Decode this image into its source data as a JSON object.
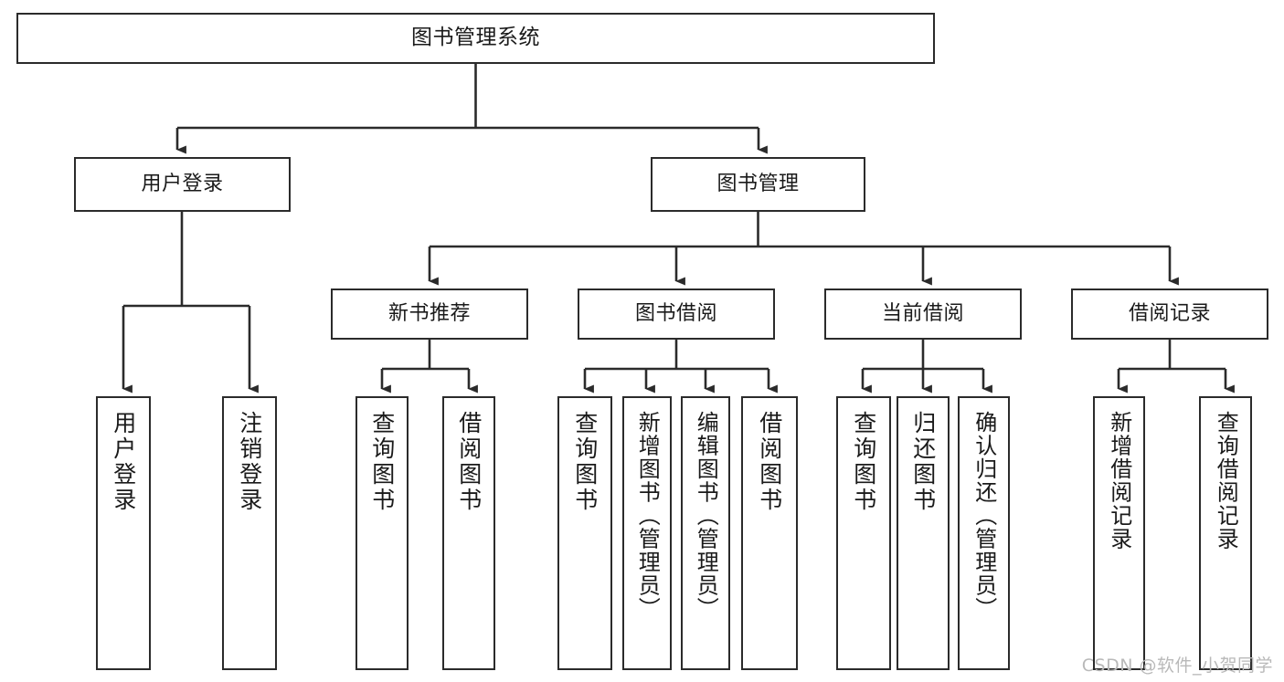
{
  "diagram": {
    "title": "图书管理系统",
    "watermark": "CSDN @软件_小贺同学",
    "colors": {
      "box_border": "#2b2b2b",
      "box_fill": "#ffffff",
      "connector": "#2b2b2b",
      "text": "#1a1a1a",
      "watermark": "#b9b9b9",
      "background": "#ffffff"
    },
    "root": {
      "label": "图书管理系统"
    },
    "level2": [
      {
        "label": "用户登录"
      },
      {
        "label": "图书管理"
      }
    ],
    "level3": [
      {
        "label": "新书推荐"
      },
      {
        "label": "图书借阅"
      },
      {
        "label": "当前借阅"
      },
      {
        "label": "借阅记录"
      }
    ],
    "leaves": {
      "user_login": [
        {
          "label": "用户登录"
        },
        {
          "label": "注销登录"
        }
      ],
      "new_book_recommend": [
        {
          "label": "查询图书"
        },
        {
          "label": "借阅图书"
        }
      ],
      "book_borrow": [
        {
          "label": "查询图书"
        },
        {
          "label": "新增图书（管理员）"
        },
        {
          "label": "编辑图书（管理员）"
        },
        {
          "label": "借阅图书"
        }
      ],
      "current_borrow": [
        {
          "label": "查询图书"
        },
        {
          "label": "归还图书"
        },
        {
          "label": "确认归还（管理员）"
        }
      ],
      "borrow_record": [
        {
          "label": "新增借阅记录"
        },
        {
          "label": "查询借阅记录"
        }
      ]
    }
  }
}
